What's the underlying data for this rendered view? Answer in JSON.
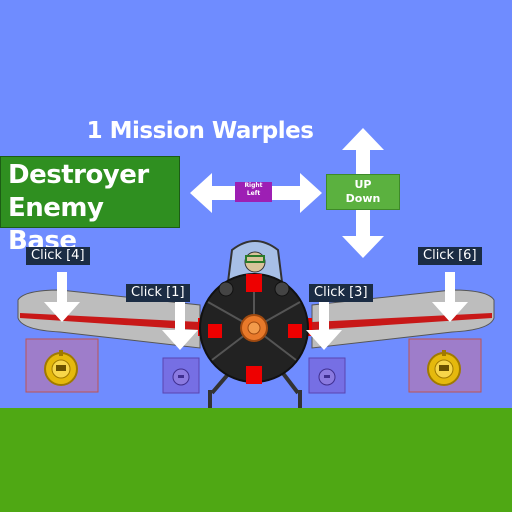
{
  "hud": {
    "mission_title": "1 Mission Warples",
    "mission_line1": "Destroyer",
    "mission_line2": "Enemy Base",
    "right_label": "Right",
    "left_label": "Left",
    "up_label": "UP",
    "down_label": "Down"
  },
  "clicks": {
    "c1": "Click [1]",
    "c3": "Click [3]",
    "c4": "Click [4]",
    "c6": "Click [6]"
  },
  "colors": {
    "sky": "#6f8cff",
    "ground": "#4fa814",
    "mission_box": "#2f8f20",
    "right_left_box": "#9d1fb4",
    "up_down_box": "#5bb13f",
    "click_label": "#1b2c44",
    "wing_stripe": "#c81818"
  }
}
